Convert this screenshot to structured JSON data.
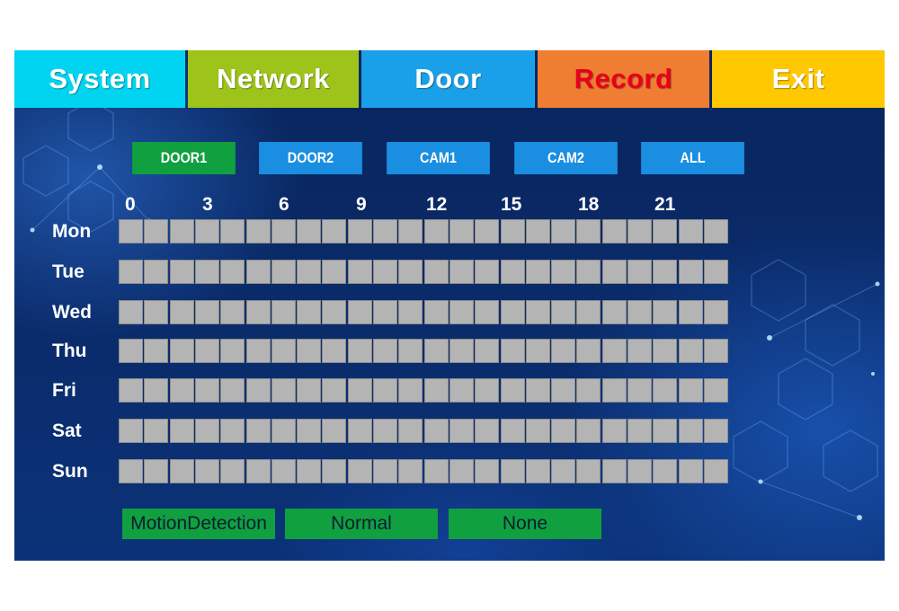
{
  "colors": {
    "system": "#00d4f0",
    "network": "#9ec41c",
    "door": "#1aa0e8",
    "record": "#f07e32",
    "record_text": "#e8001c",
    "exit": "#ffc800",
    "tab_active": "#10a040",
    "tab_inactive": "#1a8ee0",
    "mode_button": "#10a040",
    "cell": "#b4b4b4"
  },
  "menu": [
    {
      "id": "system",
      "label": "System"
    },
    {
      "id": "network",
      "label": "Network"
    },
    {
      "id": "door",
      "label": "Door"
    },
    {
      "id": "record",
      "label": "Record"
    },
    {
      "id": "exit",
      "label": "Exit"
    }
  ],
  "tabs": [
    {
      "label": "DOOR1",
      "active": true
    },
    {
      "label": "DOOR2",
      "active": false
    },
    {
      "label": "CAM1",
      "active": false
    },
    {
      "label": "CAM2",
      "active": false
    },
    {
      "label": "ALL",
      "active": false
    }
  ],
  "hours": [
    "0",
    "3",
    "6",
    "9",
    "12",
    "15",
    "18",
    "21"
  ],
  "days": [
    "Mon",
    "Tue",
    "Wed",
    "Thu",
    "Fri",
    "Sat",
    "Sun"
  ],
  "slots_per_day": 24,
  "modes": [
    {
      "label": "MotionDetection"
    },
    {
      "label": "Normal"
    },
    {
      "label": "None"
    }
  ]
}
